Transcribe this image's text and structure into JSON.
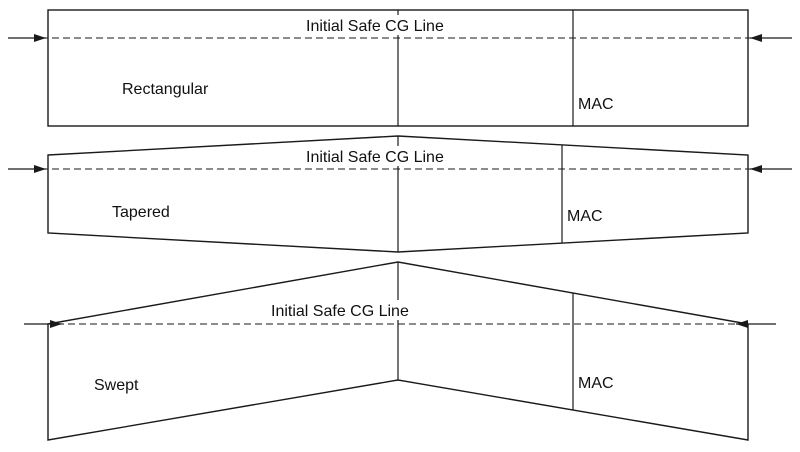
{
  "diagrams": [
    {
      "wing": "Rectangular",
      "cg_label": "Initial Safe CG Line",
      "mac_label": "MAC"
    },
    {
      "wing": "Tapered",
      "cg_label": "Initial Safe CG Line",
      "mac_label": "MAC"
    },
    {
      "wing": "Swept",
      "cg_label": "Initial Safe CG Line",
      "mac_label": "MAC"
    }
  ]
}
